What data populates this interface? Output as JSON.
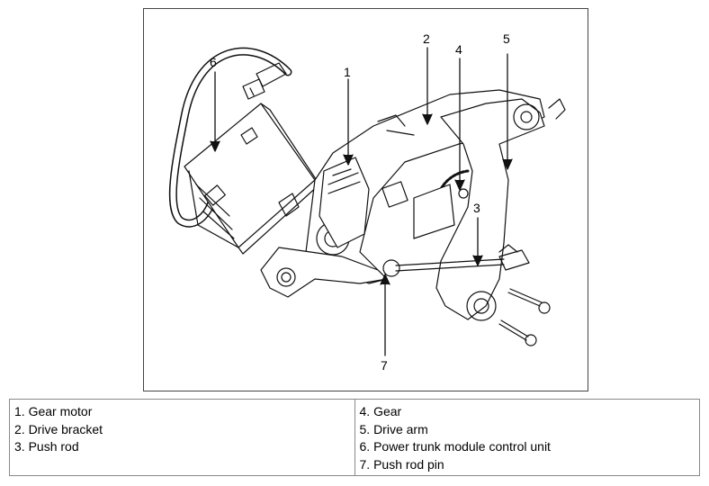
{
  "callouts": {
    "c1": "1",
    "c2": "2",
    "c3": "3",
    "c4": "4",
    "c5": "5",
    "c6": "6",
    "c7": "7"
  },
  "legend": {
    "left": [
      "1. Gear motor",
      "2. Drive bracket",
      "3. Push rod"
    ],
    "right": [
      "4. Gear",
      "5. Drive arm",
      "6. Power trunk module control unit",
      "7. Push rod pin"
    ]
  }
}
